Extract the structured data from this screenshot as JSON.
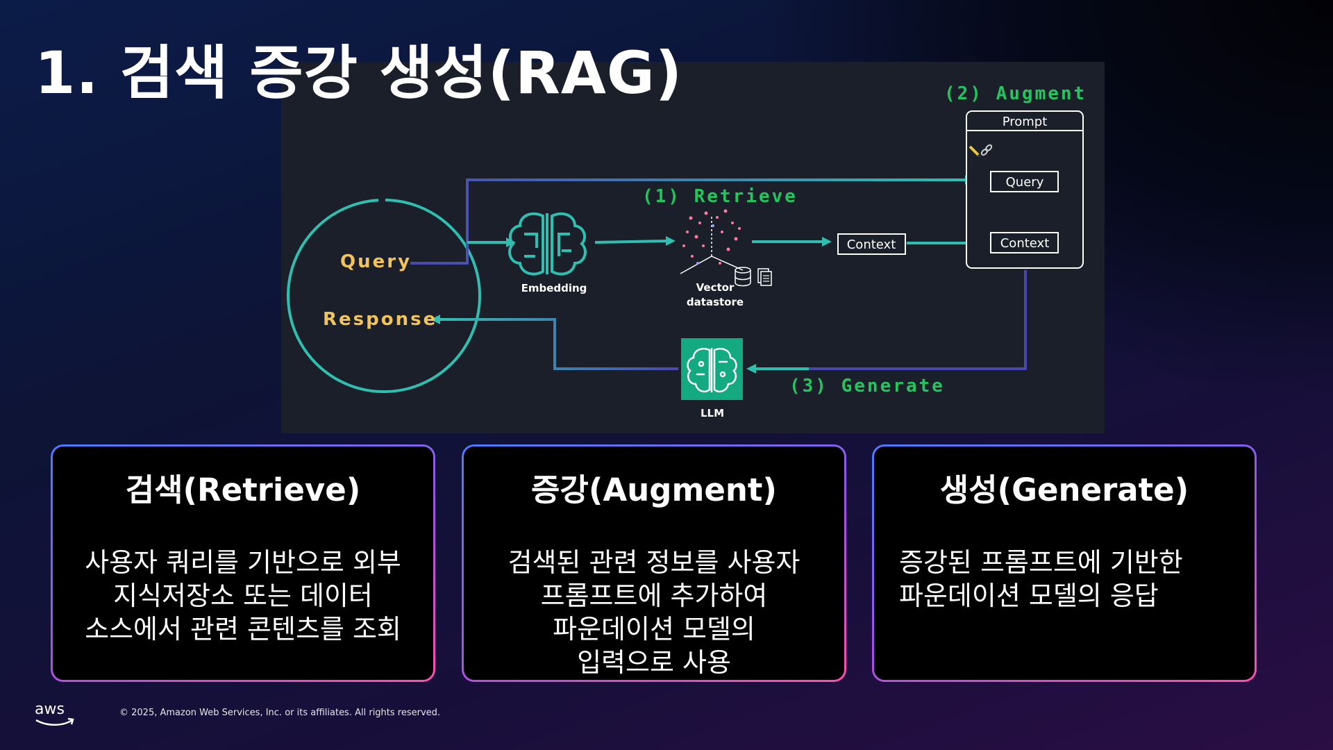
{
  "slide": {
    "title": "1. 검색 증강 생성(RAG)"
  },
  "diagram": {
    "circle_query": "Query",
    "circle_response": "Response",
    "step_retrieve": "(1) Retrieve",
    "step_augment": "(2) Augment",
    "step_generate": "(3) Generate",
    "embedding_label": "Embedding",
    "vector_label_line1": "Vector",
    "vector_label_line2": "datastore",
    "llm_label": "LLM",
    "context_box": "Context",
    "prompt_header": "Prompt",
    "prompt_query": "Query",
    "prompt_context": "Context",
    "colors": {
      "background": "#1b1f2a",
      "teal": "#2fbfb0",
      "purple": "#4b47b0",
      "step_green": "#22c55e",
      "label_yellow": "#f2c45a",
      "llm_tile": "#13a981"
    }
  },
  "cards": [
    {
      "title": "검색(Retrieve)",
      "lines": [
        "사용자 쿼리를 기반으로 외부",
        "지식저장소 또는 데이터",
        "소스에서 관련 콘텐츠를 조회"
      ]
    },
    {
      "title": "증강(Augment)",
      "lines": [
        "검색된 관련 정보를 사용자",
        "프롬프트에 추가하여",
        "파운데이션 모델의",
        "입력으로 사용"
      ]
    },
    {
      "title": "생성(Generate)",
      "lines": [
        "증강된 프롬프트에 기반한",
        "파운데이션 모델의 응답"
      ]
    }
  ],
  "footer": {
    "logo_text": "aws",
    "copyright": "© 2025, Amazon Web Services, Inc. or its affiliates. All rights reserved."
  }
}
